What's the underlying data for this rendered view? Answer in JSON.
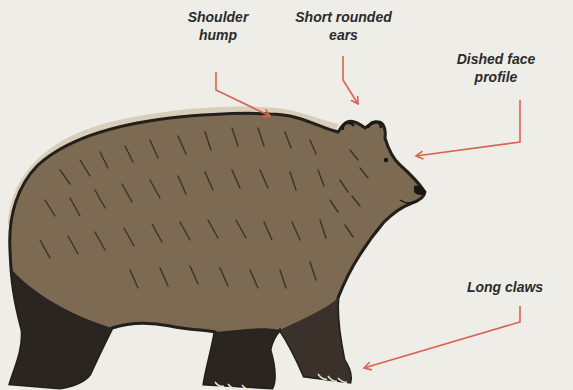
{
  "diagram": {
    "labels": [
      "Shoulder hump",
      "Short rounded ears",
      "Dished face profile",
      "Long claws"
    ]
  }
}
